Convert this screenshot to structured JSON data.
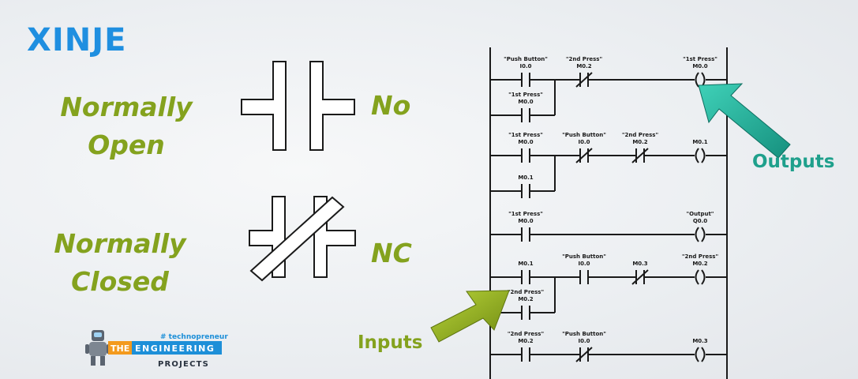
{
  "brand": {
    "name": "XINJE",
    "color": "#1f8fe0"
  },
  "symbols": {
    "no": {
      "label_line1": "Normally",
      "label_line2": "Open",
      "abbr": "No"
    },
    "nc": {
      "label_line1": "Normally",
      "label_line2": "Closed",
      "abbr": "NC"
    },
    "label_color": "#84a21e"
  },
  "ladder": {
    "rungs": [
      {
        "contacts": [
          {
            "name": "\"Push Button\"",
            "addr": "I0.0",
            "kind": "no"
          },
          {
            "name": "\"2nd Press\"",
            "addr": "M0.2",
            "kind": "nc"
          }
        ],
        "branch": {
          "name": "\"1st Press\"",
          "addr": "M0.0",
          "kind": "no"
        },
        "coil": {
          "name": "\"1st Press\"",
          "addr": "M0.0"
        }
      },
      {
        "contacts": [
          {
            "name": "\"1st Press\"",
            "addr": "M0.0",
            "kind": "no"
          },
          {
            "name": "\"Push Button\"",
            "addr": "I0.0",
            "kind": "nc"
          },
          {
            "name": "\"2nd Press\"",
            "addr": "M0.2",
            "kind": "nc"
          }
        ],
        "branch": {
          "name": "",
          "addr": "M0.1",
          "kind": "no"
        },
        "coil": {
          "name": "",
          "addr": "M0.1"
        }
      },
      {
        "contacts": [
          {
            "name": "\"1st Press\"",
            "addr": "M0.0",
            "kind": "no"
          }
        ],
        "coil": {
          "name": "\"Output\"",
          "addr": "Q0.0"
        }
      },
      {
        "contacts": [
          {
            "name": "",
            "addr": "M0.1",
            "kind": "no"
          },
          {
            "name": "\"Push Button\"",
            "addr": "I0.0",
            "kind": "no"
          },
          {
            "name": "",
            "addr": "M0.3",
            "kind": "nc"
          }
        ],
        "branch": {
          "name": "\"2nd Press\"",
          "addr": "M0.2",
          "kind": "no"
        },
        "coil": {
          "name": "\"2nd Press\"",
          "addr": "M0.2"
        }
      },
      {
        "contacts": [
          {
            "name": "\"2nd Press\"",
            "addr": "M0.2",
            "kind": "no"
          },
          {
            "name": "\"Push Button\"",
            "addr": "I0.0",
            "kind": "nc"
          }
        ],
        "coil": {
          "name": "",
          "addr": "M0.3"
        }
      }
    ]
  },
  "callouts": {
    "outputs": {
      "text": "Outputs",
      "color": "#1fa08c"
    },
    "inputs": {
      "text": "Inputs",
      "color": "#84a21e"
    }
  },
  "logo": {
    "tag": "# technopreneur",
    "line1_a": "THE",
    "line1_b": "ENGINEERING",
    "line2": "PROJECTS",
    "accent": "#f39a1e",
    "primary": "#1d8fd8"
  }
}
